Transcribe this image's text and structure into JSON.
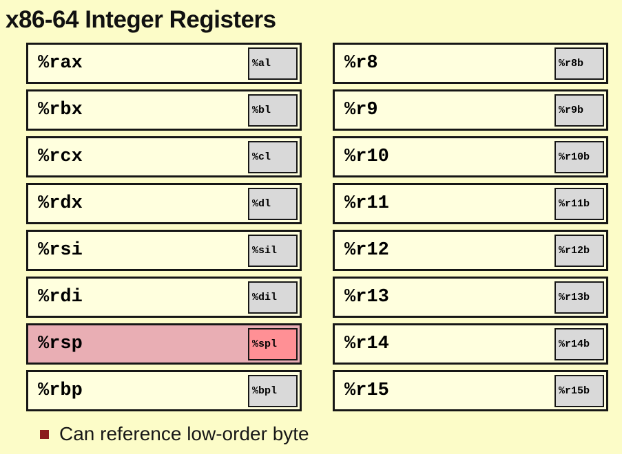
{
  "title": "x86-64 Integer Registers",
  "bullet": {
    "text": "Can reference low-order byte"
  },
  "colors": {
    "background": "#FCFCC8",
    "box_fill": "#FFFFDE",
    "box_border": "#161616",
    "low_byte_fill": "#D9D9D9",
    "highlight_fill": "#E9AEB4",
    "highlight_low_byte_fill": "#FF9095",
    "bullet_marker": "#8B1A1A"
  },
  "columns": [
    {
      "registers": [
        {
          "name": "%rax",
          "low": "%al",
          "highlight": false
        },
        {
          "name": "%rbx",
          "low": "%bl",
          "highlight": false
        },
        {
          "name": "%rcx",
          "low": "%cl",
          "highlight": false
        },
        {
          "name": "%rdx",
          "low": "%dl",
          "highlight": false
        },
        {
          "name": "%rsi",
          "low": "%sil",
          "highlight": false
        },
        {
          "name": "%rdi",
          "low": "%dil",
          "highlight": false
        },
        {
          "name": "%rsp",
          "low": "%spl",
          "highlight": true
        },
        {
          "name": "%rbp",
          "low": "%bpl",
          "highlight": false
        }
      ]
    },
    {
      "registers": [
        {
          "name": "%r8",
          "low": "%r8b",
          "highlight": false
        },
        {
          "name": "%r9",
          "low": "%r9b",
          "highlight": false
        },
        {
          "name": "%r10",
          "low": "%r10b",
          "highlight": false
        },
        {
          "name": "%r11",
          "low": "%r11b",
          "highlight": false
        },
        {
          "name": "%r12",
          "low": "%r12b",
          "highlight": false
        },
        {
          "name": "%r13",
          "low": "%r13b",
          "highlight": false
        },
        {
          "name": "%r14",
          "low": "%r14b",
          "highlight": false
        },
        {
          "name": "%r15",
          "low": "%r15b",
          "highlight": false
        }
      ]
    }
  ]
}
